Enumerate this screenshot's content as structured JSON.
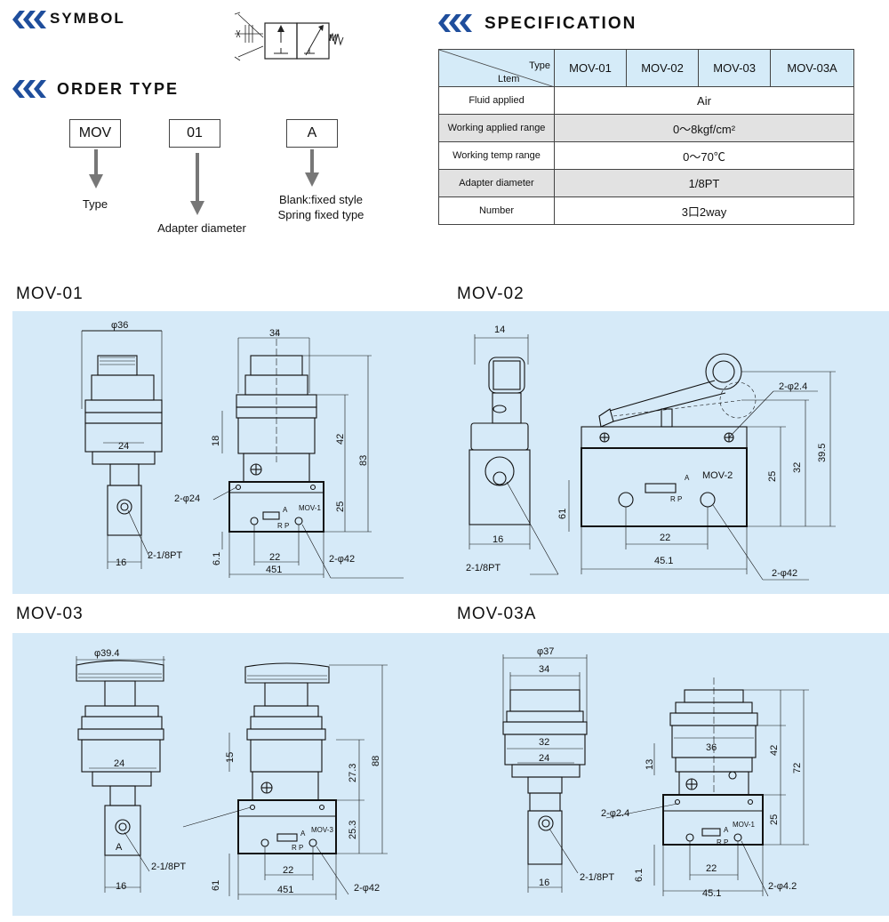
{
  "symbol": {
    "title": "SYMBOL",
    "spring_label": "M"
  },
  "order_type": {
    "title": "ORDER TYPE",
    "boxes": [
      "MOV",
      "01",
      "A"
    ],
    "labels": [
      "Type",
      "Adapter diameter",
      "Blank:fixed style",
      "Spring fixed type"
    ]
  },
  "specification": {
    "title": "SPECIFICATION",
    "corner_top": "Type",
    "corner_bottom": "Ltem",
    "models": [
      "MOV-01",
      "MOV-02",
      "MOV-03",
      "MOV-03A"
    ],
    "rows": [
      {
        "label": "Fluid applied",
        "value": "Air"
      },
      {
        "label": "Working applied  range",
        "value": "0～8kgf/cm²"
      },
      {
        "label": "Working temp range",
        "value": "0～70℃"
      },
      {
        "label": "Adapter diameter",
        "value": "1/8PT"
      },
      {
        "label": "Number",
        "value": "3口2way"
      }
    ]
  },
  "drawings": {
    "mov01": {
      "title": "MOV-01",
      "dims": [
        "φ36",
        "24",
        "16",
        "2-1/8PT",
        "34",
        "18",
        "42",
        "83",
        "25",
        "2-φ24",
        "6.1",
        "22",
        "451",
        "2-φ42"
      ],
      "body_label": "MOV-1",
      "ports": "A",
      "ports2": "R P"
    },
    "mov02": {
      "title": "MOV-02",
      "dims": [
        "14",
        "16",
        "2-1/8PT",
        "2-φ2.4",
        "25",
        "32",
        "39.5",
        "61",
        "22",
        "45.1",
        "2-φ42"
      ],
      "body_label": "MOV-2",
      "ports": "A",
      "ports2": "R P"
    },
    "mov03": {
      "title": "MOV-03",
      "dims": [
        "φ39.4",
        "24",
        "16",
        "2-1/8PT",
        "15",
        "27.3",
        "88",
        "25.3",
        "61",
        "22",
        "451",
        "2-φ42"
      ],
      "body_label": "MOV-3",
      "ports": "A",
      "ports2": "R P",
      "port_letter": "A"
    },
    "mov03a": {
      "title": "MOV-03A",
      "dims": [
        "φ37",
        "34",
        "32",
        "24",
        "16",
        "2-1/8PT",
        "2-φ2.4",
        "36",
        "13",
        "42",
        "72",
        "25",
        "6.1",
        "22",
        "45.1",
        "2-φ4.2"
      ],
      "body_label": "MOV-1",
      "ports": "A",
      "ports2": "R P"
    }
  },
  "colors": {
    "accent": "#1f4e9c",
    "panel": "#d6eaf8",
    "header_cell": "#d5ebf8",
    "gray_row": "#e2e2e2"
  }
}
